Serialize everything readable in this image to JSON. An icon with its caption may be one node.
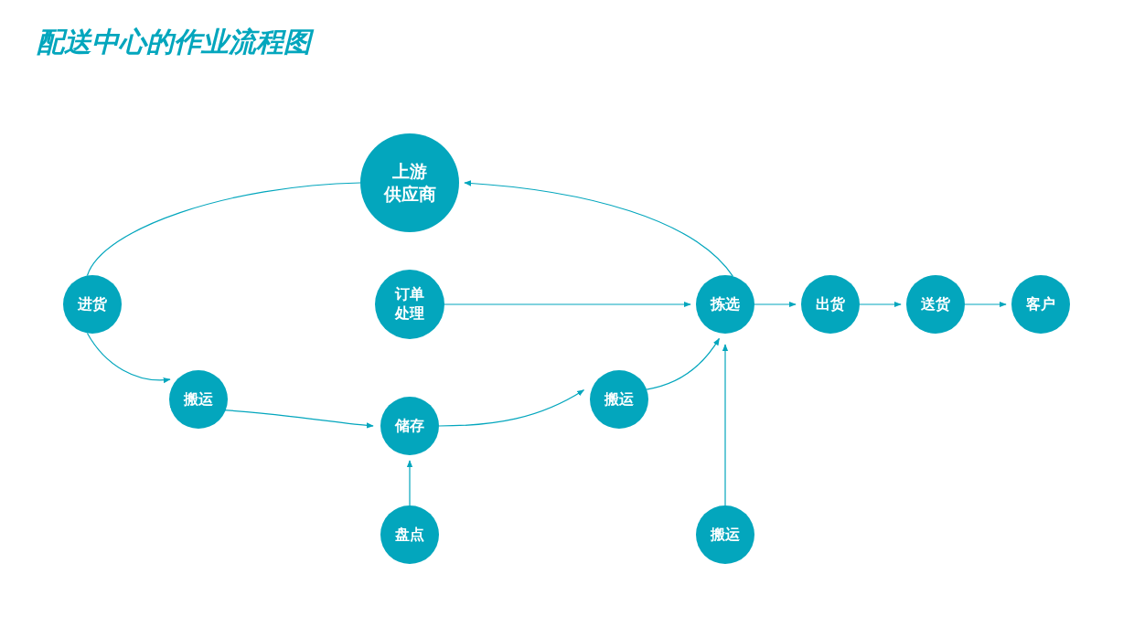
{
  "diagram": {
    "title": "配送中心的作业流程图",
    "nodes": [
      {
        "text": [
          "上游供应商"
        ]
      },
      {
        "text": [
          "进货"
        ]
      },
      {
        "text": [
          "订单处理"
        ]
      },
      {
        "text": [
          "拣选"
        ]
      },
      {
        "text": [
          "出货"
        ]
      },
      {
        "text": [
          "送货"
        ]
      },
      {
        "text": [
          "客户"
        ]
      },
      {
        "text": [
          "搬运"
        ]
      },
      {
        "text": [
          "储存"
        ]
      },
      {
        "text": [
          "搬运"
        ]
      },
      {
        "text": [
          "盘点"
        ]
      },
      {
        "text": [
          "搬运"
        ]
      }
    ],
    "edges": [
      {
        "from": 0,
        "to": 1,
        "arrow": "none"
      },
      {
        "from": 1,
        "to": 7,
        "arrow": "to"
      },
      {
        "from": 7,
        "to": 8,
        "arrow": "to"
      },
      {
        "from": 8,
        "to": 9,
        "arrow": "to"
      },
      {
        "from": 9,
        "to": 3,
        "arrow": "to"
      },
      {
        "from": 10,
        "to": 8,
        "arrow": "to"
      },
      {
        "from": 11,
        "to": 3,
        "arrow": "to"
      },
      {
        "from": 2,
        "to": 3,
        "arrow": "to"
      },
      {
        "from": 3,
        "to": 0,
        "arrow": "to"
      },
      {
        "from": 3,
        "to": 4,
        "arrow": "to"
      },
      {
        "from": 4,
        "to": 5,
        "arrow": "to"
      },
      {
        "from": 5,
        "to": 6,
        "arrow": "to"
      }
    ]
  }
}
